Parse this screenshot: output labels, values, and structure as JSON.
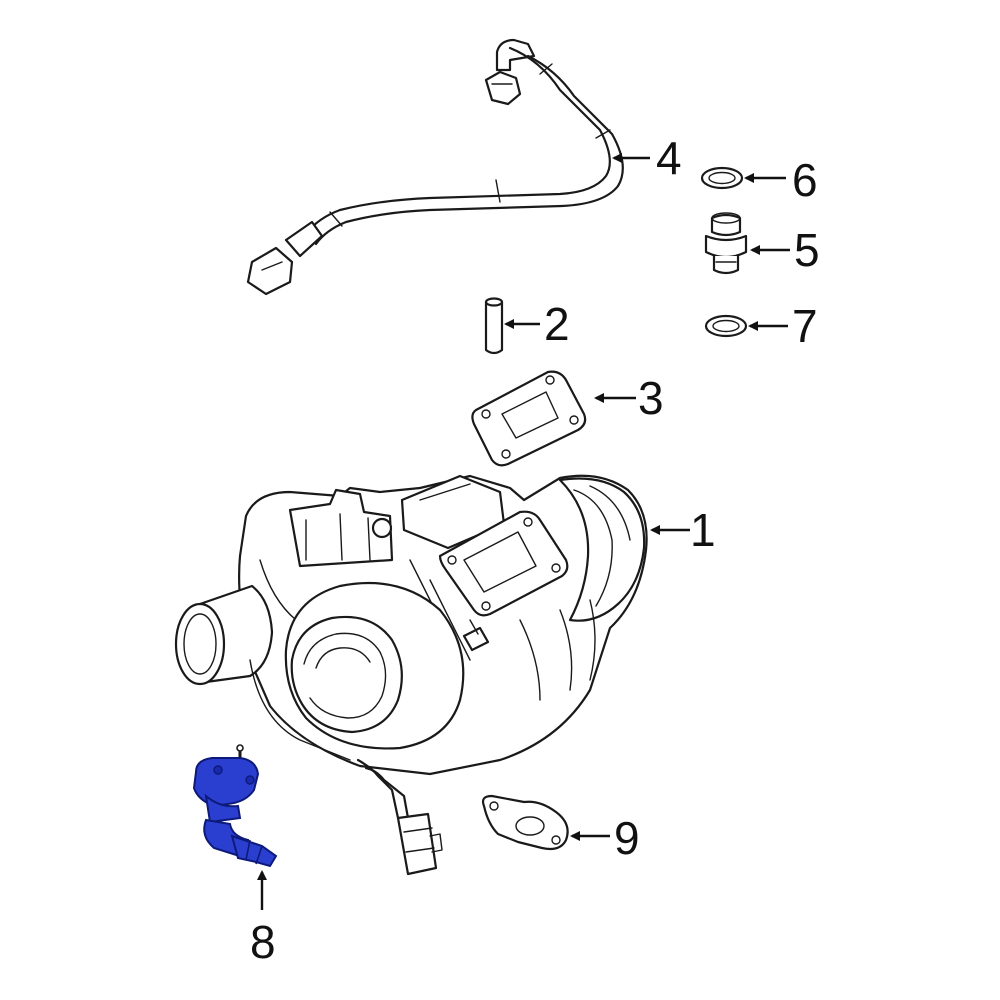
{
  "colors": {
    "line": "#1a1a1a",
    "highlight_fill": "#2a3fd0",
    "highlight_stroke": "#0d1a7a",
    "background": "#ffffff"
  },
  "parts": [
    {
      "id": "1",
      "label": "1"
    },
    {
      "id": "2",
      "label": "2"
    },
    {
      "id": "3",
      "label": "3"
    },
    {
      "id": "4",
      "label": "4"
    },
    {
      "id": "5",
      "label": "5"
    },
    {
      "id": "6",
      "label": "6"
    },
    {
      "id": "7",
      "label": "7"
    },
    {
      "id": "8",
      "label": "8"
    },
    {
      "id": "9",
      "label": "9"
    }
  ],
  "highlighted_part": "8"
}
